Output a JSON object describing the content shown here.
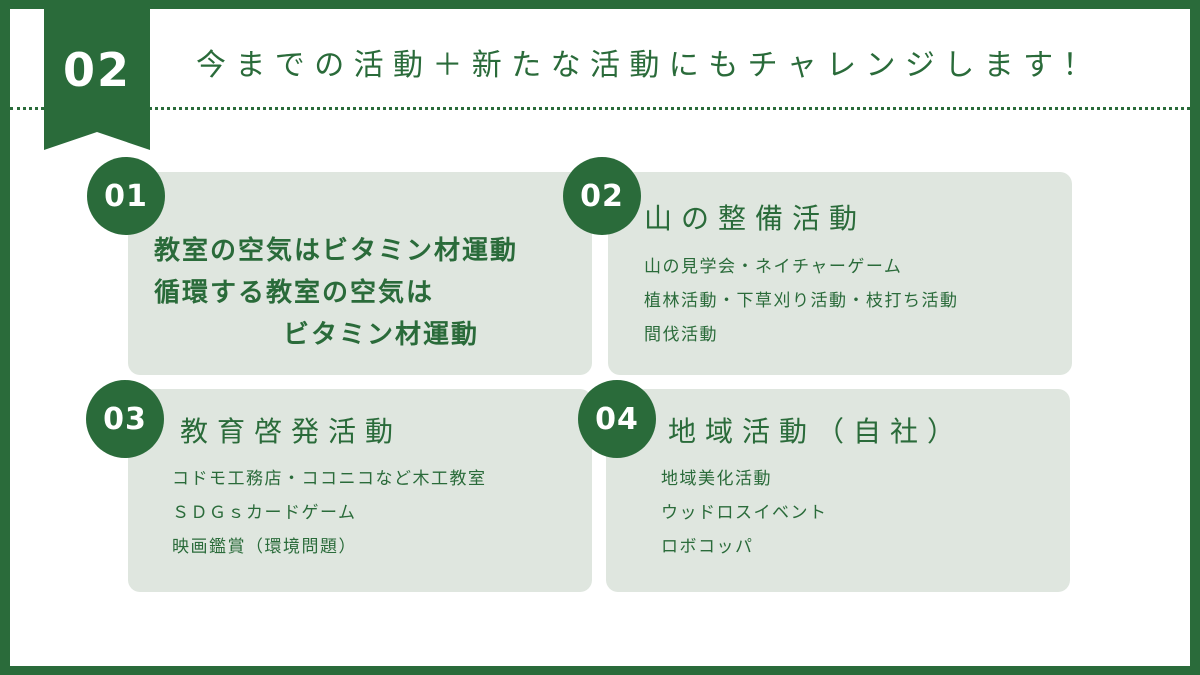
{
  "colors": {
    "brand": "#2a6b3a",
    "card": "#dfe6df",
    "background": "#ffffff"
  },
  "ribbon": {
    "number": "02"
  },
  "headline": "今までの活動＋新たな活動にもチャレンジします！",
  "cards": [
    {
      "number": "01",
      "lines": [
        "教室の空気はビタミン材運動",
        "循環する教室の空気は",
        "ビタミン材運動"
      ]
    },
    {
      "number": "02",
      "title": "山の整備活動",
      "items": [
        "山の見学会・ネイチャーゲーム",
        "植林活動・下草刈り活動・枝打ち活動",
        "間伐活動"
      ]
    },
    {
      "number": "03",
      "title": "教育啓発活動",
      "items": [
        "コドモ工務店・ココニコなど木工教室",
        "ＳＤＧｓカードゲーム",
        "映画鑑賞（環境問題）"
      ]
    },
    {
      "number": "04",
      "title": "地域活動（自社）",
      "items": [
        "地域美化活動",
        "ウッドロスイベント",
        "ロボコッパ"
      ]
    }
  ]
}
